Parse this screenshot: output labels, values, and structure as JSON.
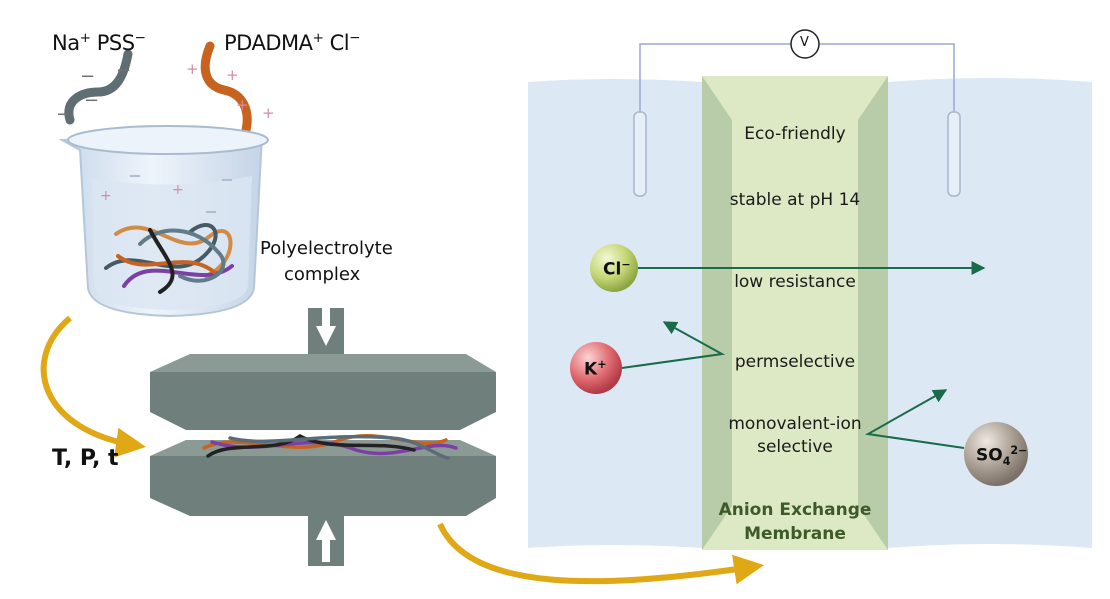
{
  "left": {
    "nа_pss_label": "Na",
    "pss_label": "PSS",
    "pdadma_label": "PDADMA",
    "cl_label": "Cl",
    "complex_line1": "Polyelectrolyte",
    "complex_line2": "complex",
    "conditions": "T, P, t"
  },
  "cell": {
    "voltmeter": "V",
    "membrane_props": [
      "Eco-friendly",
      "stable at pH 14",
      "low resistance",
      "permselective",
      "monovalent-ion",
      "selective"
    ],
    "membrane_name_1": "Anion Exchange",
    "membrane_name_2": "Membrane"
  },
  "ions": {
    "cl": "Cl",
    "k": "K",
    "so4": "SO"
  },
  "colors": {
    "chamber": "#dce8f4",
    "membrane": "#dde9c4",
    "membrane_edge": "#b8ccaa",
    "press": "#6f807c",
    "arrow_orange": "#e0a814",
    "arrow_green": "#1a6b4a",
    "cl_ball": "#c9da7c",
    "k_ball": "#e0606a",
    "so4_ball": "#a79c90"
  }
}
